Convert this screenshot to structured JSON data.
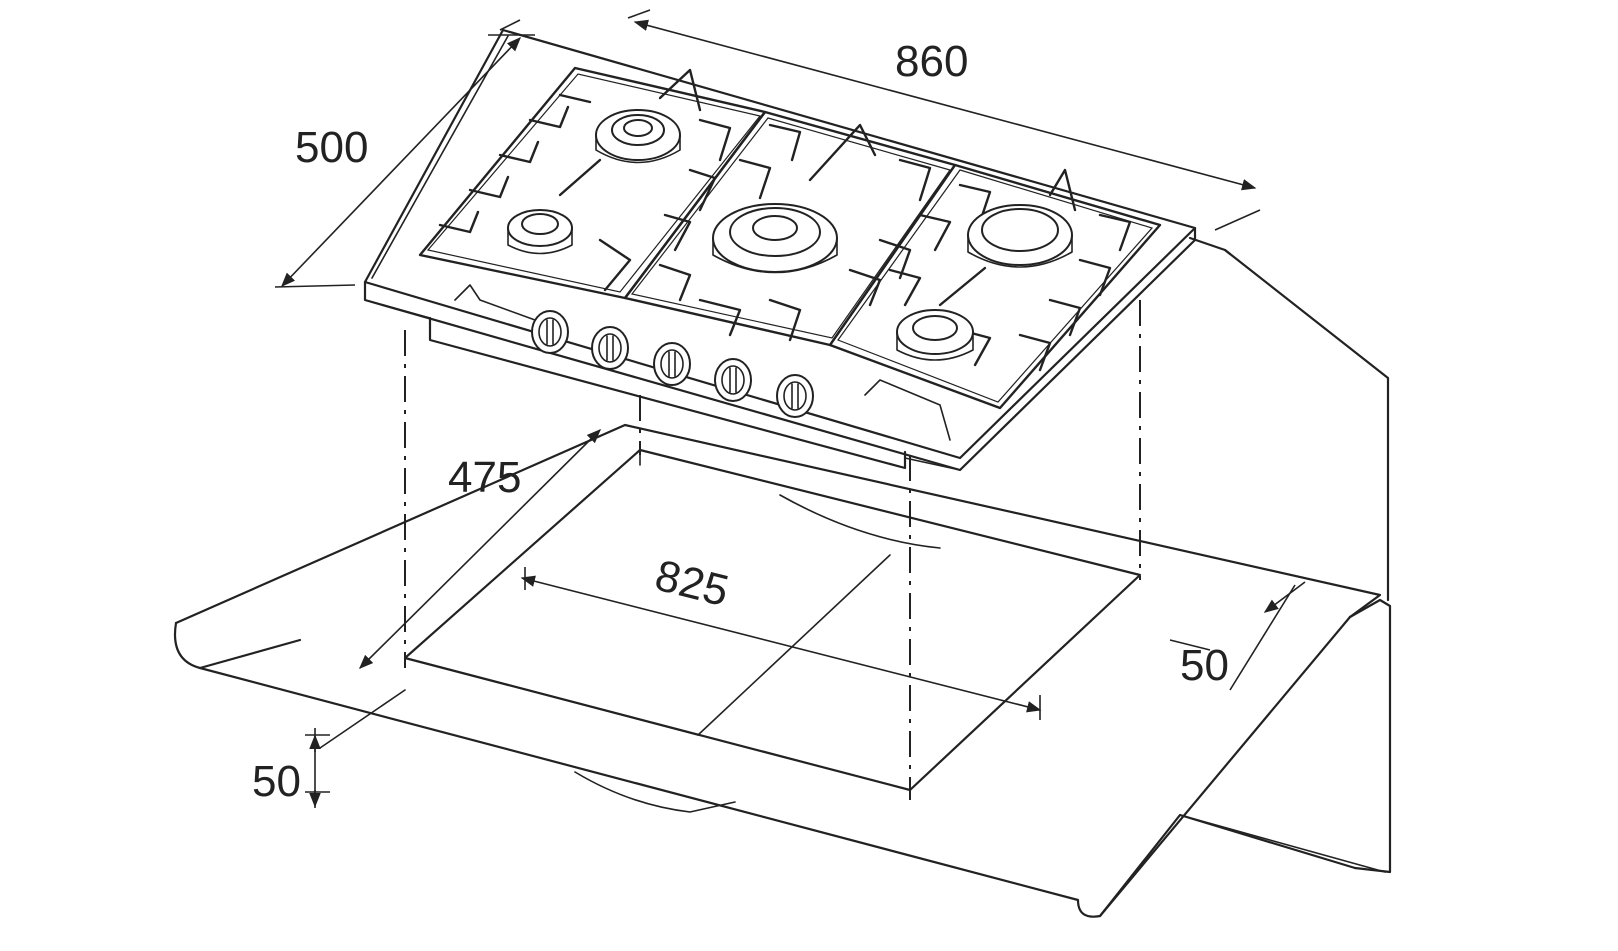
{
  "figure": {
    "dimensions": {
      "hob_width": "860",
      "hob_depth": "500",
      "cutout_depth": "475",
      "cutout_width": "825",
      "rear_clearance": "50",
      "front_clearance": "50"
    },
    "parts": {
      "burners": 5,
      "control_knobs": 5
    },
    "colors": {
      "line": "#222222",
      "background": "#ffffff"
    }
  }
}
